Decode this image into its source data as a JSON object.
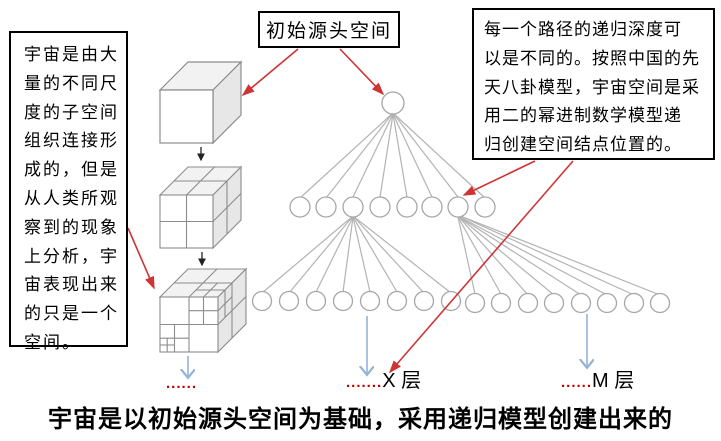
{
  "boxes": {
    "left_note": "宇宙是由大\n量的不同尺\n度的子空间\n组织连接形\n成的，但是\n从人类所观\n察到的现象\n上分析，宇\n宙表现出来\n的只是一个\n空间。",
    "source_label": "初始源头空间",
    "right_note": "每一个路径的递归深度可\n以是不同的。按照中国的先\n天八卦模型，宇宙空间是采\n用二的幂进制数学模型递\n归创建空间结点位置的。"
  },
  "labels": {
    "ellipsis_bottom": "......",
    "ellipsis_x": ".......",
    "layer_x": "X 层",
    "ellipsis_m": "......",
    "layer_m": "M 层"
  },
  "caption": "宇宙是以初始源头空间为基础，采用递归模型创建出来的",
  "colors": {
    "red_arrow": "#cf3434",
    "red_dots": "#c00000",
    "blue_arrow": "#95b3d7",
    "tree_line": "#b3b3b3",
    "node_stroke": "#a6a6a6",
    "cube_stroke": "#8c8c8c"
  }
}
